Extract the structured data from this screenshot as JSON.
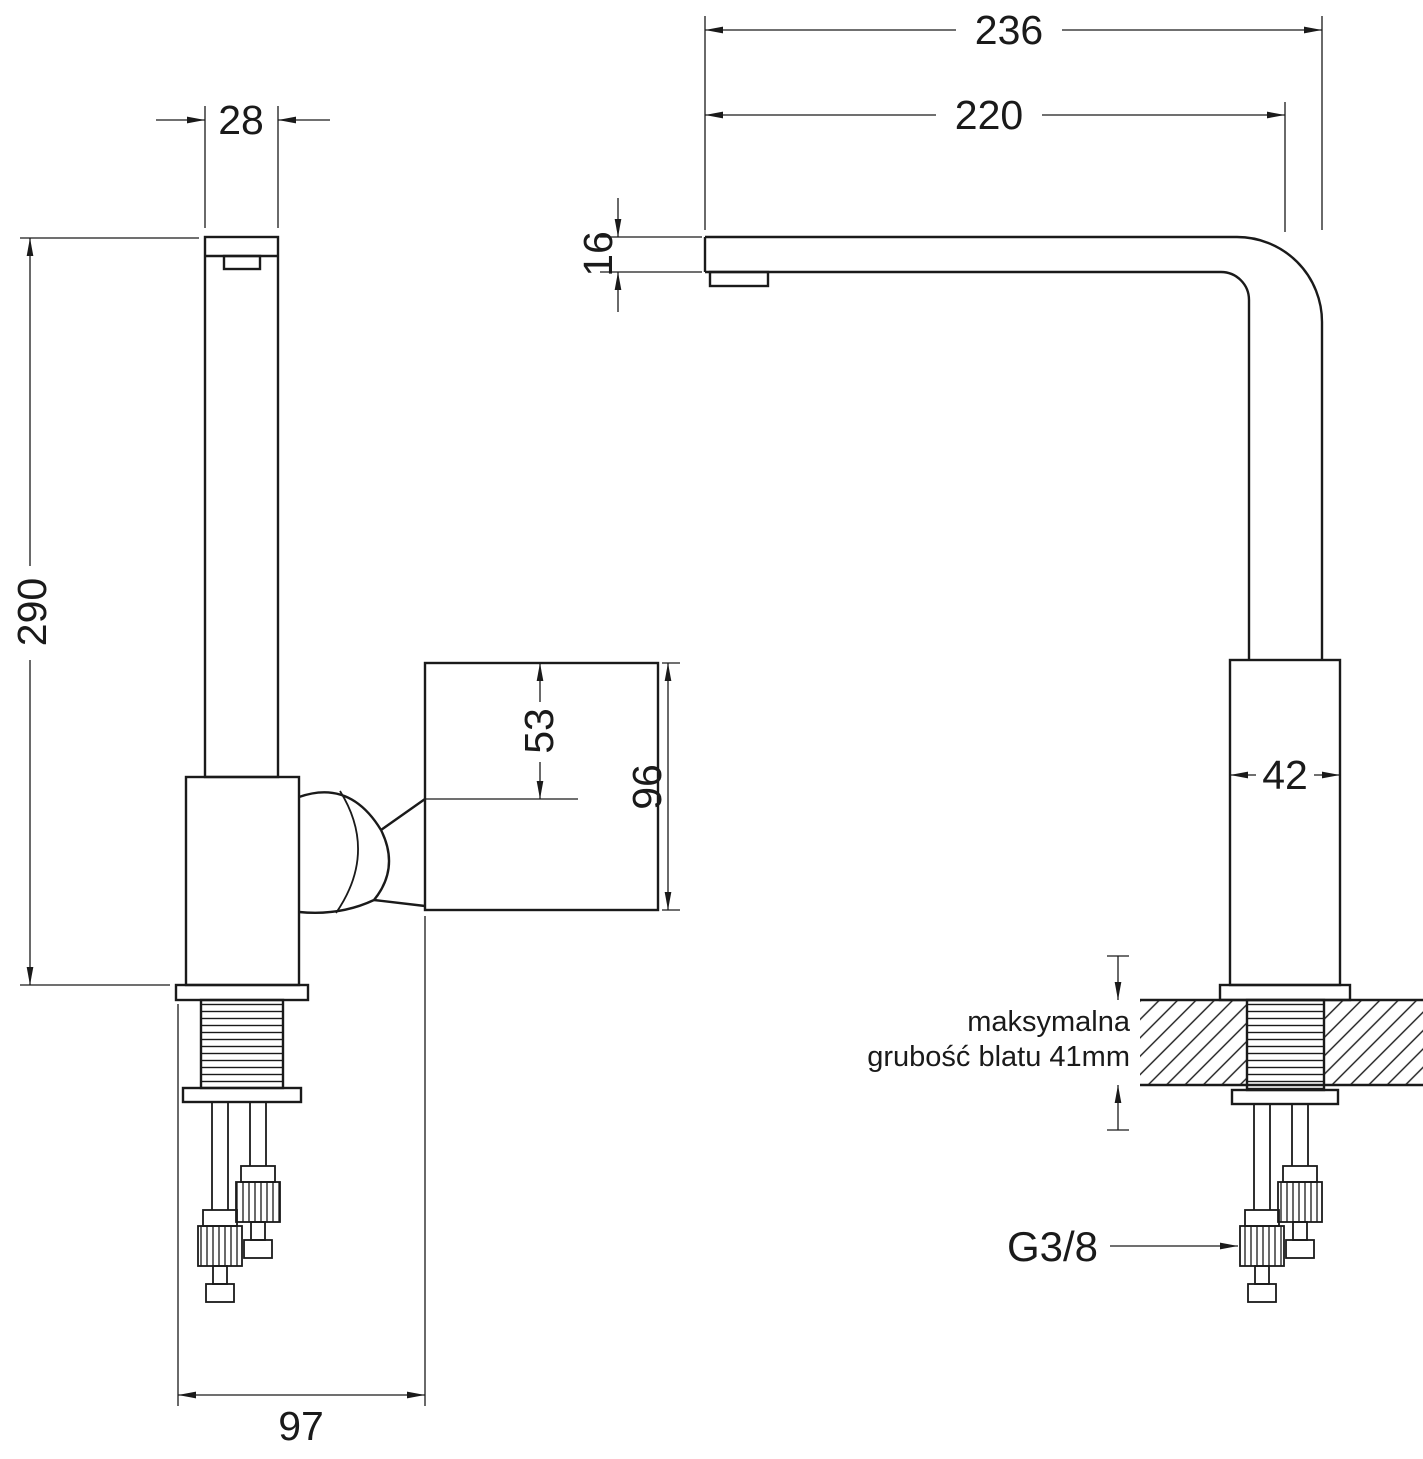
{
  "drawing": {
    "left_view": {
      "spout_width": "28",
      "height": "290",
      "handle_offset": "53",
      "handle_height": "96",
      "depth": "97"
    },
    "right_view": {
      "total_reach": "236",
      "spout_reach": "220",
      "spout_thickness": "16",
      "body_width": "42",
      "thread_label": "G3/8",
      "note_line1": "maksymalna",
      "note_line2": "grubość blatu 41mm"
    },
    "colors": {
      "line": "#1a1a1a",
      "background": "#ffffff"
    }
  }
}
